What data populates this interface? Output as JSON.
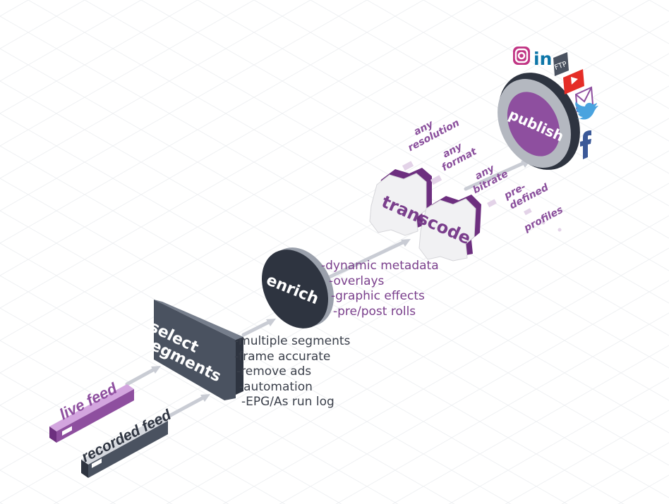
{
  "feeds": {
    "live": "live feed",
    "recorded": "recorded feed"
  },
  "nodes": {
    "select": [
      "select",
      "segments"
    ],
    "enrich": "enrich",
    "transcode": "transcode",
    "publish": "publish"
  },
  "select_features": [
    "-multiple segments",
    "-frame accurate",
    "-remove ads",
    "-automation",
    "-EPG/As run log"
  ],
  "enrich_features": [
    "-dynamic metadata",
    "-overlays",
    "-graphic effects",
    "-pre/post rolls"
  ],
  "transcode_options": {
    "resolution": [
      "any",
      "resolution"
    ],
    "format": [
      "any",
      "format"
    ],
    "bitrate": [
      "any",
      "bitrate"
    ],
    "predefined": [
      "pre-",
      "defined"
    ],
    "profiles": "profiles"
  },
  "social_icons": [
    "instagram-icon",
    "linkedin-icon",
    "ftp-icon",
    "youtube-icon",
    "email-icon",
    "twitter-icon",
    "facebook-icon"
  ],
  "colors": {
    "purple": "#8e4f9f",
    "purple_dark": "#6d2f7f",
    "slate": "#4a5260",
    "slate_dark": "#2e3440",
    "arrow": "#c9ccd4"
  }
}
